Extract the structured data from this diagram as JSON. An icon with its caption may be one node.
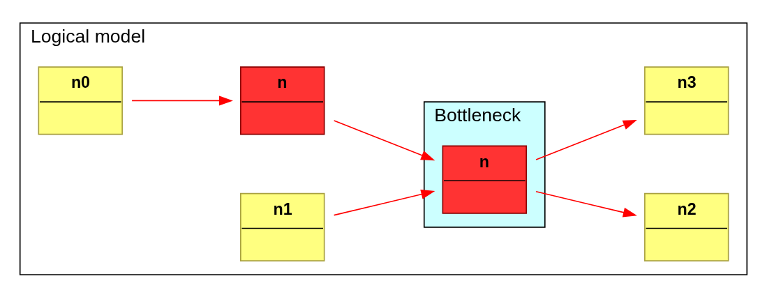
{
  "diagram": {
    "nodes": [
      {
        "text": [
          "Logical model"
        ]
      },
      {
        "text": [
          "n0"
        ],
        "in": 0
      },
      {
        "text": [
          "n"
        ],
        "in": 0
      },
      {
        "text": [
          "n1"
        ],
        "in": 0
      },
      {
        "text": [
          "Bottleneck"
        ],
        "in": 0
      },
      {
        "text": [
          "n"
        ],
        "in": 4
      },
      {
        "text": [
          "n2"
        ],
        "in": 0
      },
      {
        "text": [
          "n3"
        ],
        "in": 0
      }
    ],
    "edges": [
      {
        "from": 1,
        "to": 2,
        "arrow": "to"
      },
      {
        "from": 2,
        "to": 5,
        "arrow": "to"
      },
      {
        "from": 3,
        "to": 5,
        "arrow": "to"
      },
      {
        "from": 5,
        "to": 6,
        "arrow": "to"
      },
      {
        "from": 5,
        "to": 7,
        "arrow": "to"
      }
    ]
  }
}
